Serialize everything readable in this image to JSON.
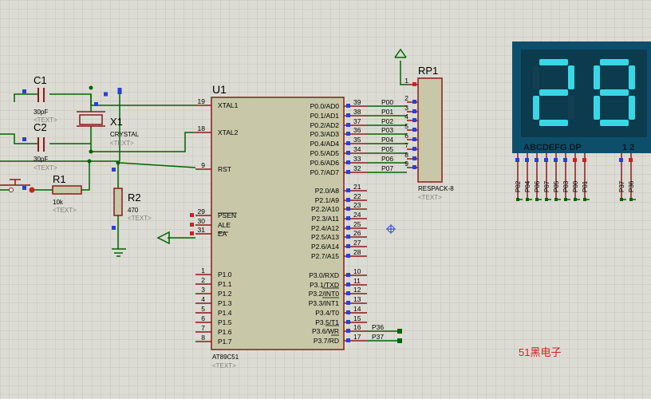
{
  "colors": {
    "wire": "#006400",
    "body": "#c8c8a8",
    "outline": "#8b1a1a",
    "pin": "#8b1a1a",
    "label": "#000000",
    "hint": "#808080",
    "display_bg": "#0d3b4e",
    "display_frame": "#0d4f6b",
    "segment_on": "#39d7e6",
    "watermark": "#d02020",
    "grid": "#c4c4bc"
  },
  "u1": {
    "ref": "U1",
    "part": "AT89C51",
    "text": "<TEXT>",
    "left_pins": [
      {
        "num": "19",
        "name": "XTAL1"
      },
      {
        "num": "18",
        "name": "XTAL2"
      },
      {
        "num": "9",
        "name": "RST"
      },
      {
        "num": "29",
        "name": "PSEN"
      },
      {
        "num": "30",
        "name": "ALE"
      },
      {
        "num": "31",
        "name": "EA"
      },
      {
        "num": "1",
        "name": "P1.0"
      },
      {
        "num": "2",
        "name": "P1.1"
      },
      {
        "num": "3",
        "name": "P1.2"
      },
      {
        "num": "4",
        "name": "P1.3"
      },
      {
        "num": "5",
        "name": "P1.4"
      },
      {
        "num": "6",
        "name": "P1.5"
      },
      {
        "num": "7",
        "name": "P1.6"
      },
      {
        "num": "8",
        "name": "P1.7"
      }
    ],
    "p0_pins": [
      {
        "num": "39",
        "name": "P0.0/AD0",
        "net": "P00"
      },
      {
        "num": "38",
        "name": "P0.1/AD1",
        "net": "P01"
      },
      {
        "num": "37",
        "name": "P0.2/AD2",
        "net": "P02"
      },
      {
        "num": "36",
        "name": "P0.3/AD3",
        "net": "P03"
      },
      {
        "num": "35",
        "name": "P0.4/AD4",
        "net": "P04"
      },
      {
        "num": "34",
        "name": "P0.5/AD5",
        "net": "P05"
      },
      {
        "num": "33",
        "name": "P0.6/AD6",
        "net": "P06"
      },
      {
        "num": "32",
        "name": "P0.7/AD7",
        "net": "P07"
      }
    ],
    "p2_pins": [
      {
        "num": "21",
        "name": "P2.0/A8"
      },
      {
        "num": "22",
        "name": "P2.1/A9"
      },
      {
        "num": "23",
        "name": "P2.2/A10"
      },
      {
        "num": "24",
        "name": "P2.3/A11"
      },
      {
        "num": "25",
        "name": "P2.4/A12"
      },
      {
        "num": "26",
        "name": "P2.5/A13"
      },
      {
        "num": "27",
        "name": "P2.6/A14"
      },
      {
        "num": "28",
        "name": "P2.7/A15"
      }
    ],
    "p3_pins": [
      {
        "num": "10",
        "name": "P3.0/RXD",
        "net": ""
      },
      {
        "num": "11",
        "name": "P3.1/TXD",
        "net": ""
      },
      {
        "num": "12",
        "name": "P3.2/INT0",
        "net": ""
      },
      {
        "num": "13",
        "name": "P3.3/INT1",
        "net": ""
      },
      {
        "num": "14",
        "name": "P3.4/T0",
        "net": ""
      },
      {
        "num": "15",
        "name": "P3.5/T1",
        "net": ""
      },
      {
        "num": "16",
        "name": "P3.6/WR",
        "net": "P36"
      },
      {
        "num": "17",
        "name": "P3.7/RD",
        "net": "P37"
      }
    ]
  },
  "rp1": {
    "ref": "RP1",
    "part": "RESPACK-8",
    "text": "<TEXT>",
    "pins": [
      "1",
      "2",
      "3",
      "4",
      "5",
      "6",
      "7",
      "8",
      "9"
    ]
  },
  "c1": {
    "ref": "C1",
    "value": "30pF",
    "text": "<TEXT>"
  },
  "c2": {
    "ref": "C2",
    "value": "30pF",
    "text": "<TEXT>"
  },
  "x1": {
    "ref": "X1",
    "part": "CRYSTAL",
    "text": "<TEXT>"
  },
  "r1": {
    "ref": "R1",
    "value": "10k",
    "text": "<TEXT>"
  },
  "r2": {
    "ref": "R2",
    "value": "470",
    "text": "<TEXT>"
  },
  "display": {
    "digits": "28",
    "segment_labels": "ABCDEFG DP",
    "digit_labels": "1 2",
    "bottom_nets": [
      "P02",
      "P04",
      "P06",
      "P07",
      "P05",
      "P03",
      "P00",
      "P01",
      "P37",
      "P36"
    ]
  },
  "watermark": "51黑电子"
}
